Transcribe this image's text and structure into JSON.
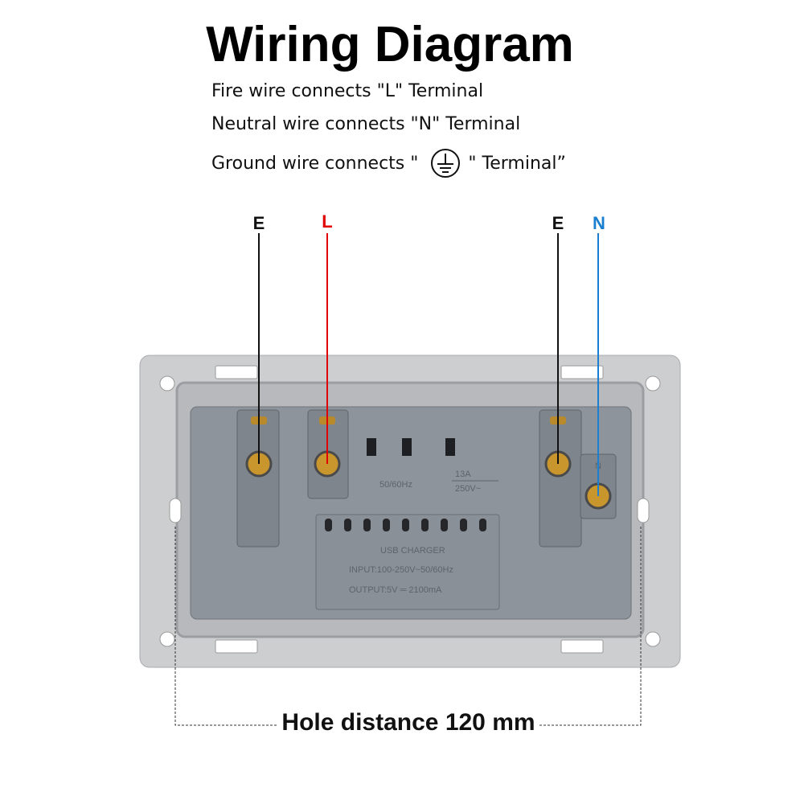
{
  "title": "Wiring Diagram",
  "instructions": {
    "fire": "Fire wire connects \"L\" Terminal",
    "neutral": "Neutral wire connects \"N\" Terminal",
    "ground_prefix": "Ground wire connects \"",
    "ground_suffix": "\" Terminal”"
  },
  "terminals": {
    "e1": "E",
    "l": "L",
    "e2": "E",
    "n": "N"
  },
  "socket_markings": {
    "frequency": "50/60Hz",
    "current": "13A",
    "voltage": "250V~",
    "n_mark": "N",
    "usb_title": "USB CHARGER",
    "usb_input": "INPUT:100-250V~50/60Hz",
    "usb_output": "OUTPUT:5V ═ 2100mA"
  },
  "hole_distance": "Hole distance 120 mm",
  "colors": {
    "live": "#e00000",
    "neutral": "#1a7fd0",
    "earth": "#111111"
  }
}
